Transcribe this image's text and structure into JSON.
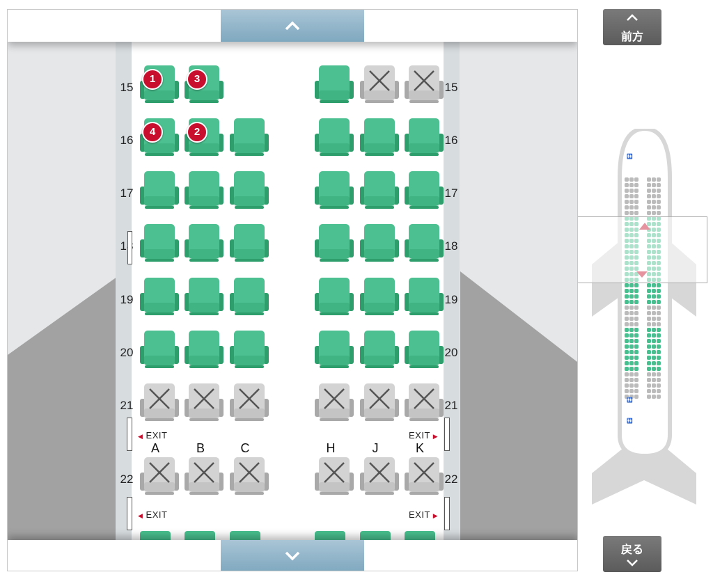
{
  "seat_map": {
    "scroll_up_icon": "chevron-up-icon",
    "scroll_down_icon": "chevron-down-icon",
    "columns_left": [
      "A",
      "B",
      "C"
    ],
    "columns_right": [
      "H",
      "J",
      "K"
    ],
    "rows": [
      {
        "number": "15",
        "seats": [
          "selected",
          "selected",
          "none",
          "available",
          "unavailable",
          "unavailable"
        ],
        "badges": [
          "1",
          "3",
          "",
          "",
          "",
          ""
        ]
      },
      {
        "number": "16",
        "seats": [
          "selected",
          "selected",
          "available",
          "available",
          "available",
          "available"
        ],
        "badges": [
          "4",
          "2",
          "",
          "",
          "",
          ""
        ]
      },
      {
        "number": "17",
        "seats": [
          "available",
          "available",
          "available",
          "available",
          "available",
          "available"
        ],
        "badges": [
          "",
          "",
          "",
          "",
          "",
          ""
        ]
      },
      {
        "number": "18",
        "seats": [
          "available",
          "available",
          "available",
          "available",
          "available",
          "available"
        ],
        "badges": [
          "",
          "",
          "",
          "",
          "",
          ""
        ]
      },
      {
        "number": "19",
        "seats": [
          "available",
          "available",
          "available",
          "available",
          "available",
          "available"
        ],
        "badges": [
          "",
          "",
          "",
          "",
          "",
          ""
        ]
      },
      {
        "number": "20",
        "seats": [
          "available",
          "available",
          "available",
          "available",
          "available",
          "available"
        ],
        "badges": [
          "",
          "",
          "",
          "",
          "",
          ""
        ]
      },
      {
        "number": "21",
        "seats": [
          "unavailable",
          "unavailable",
          "unavailable",
          "unavailable",
          "unavailable",
          "unavailable"
        ],
        "badges": [
          "",
          "",
          "",
          "",
          "",
          ""
        ]
      },
      {
        "number": "22",
        "seats": [
          "unavailable",
          "unavailable",
          "unavailable",
          "unavailable",
          "unavailable",
          "unavailable"
        ],
        "badges": [
          "",
          "",
          "",
          "",
          "",
          ""
        ]
      }
    ],
    "exit_label": "EXIT",
    "colors": {
      "available": "#48bf8e",
      "selected_badge": "#c8102e",
      "unavailable": "#cfcfcf",
      "scroll_button": "#8fb4c9"
    }
  },
  "nav": {
    "forward_label": "前方",
    "back_label": "戻る"
  },
  "mini_map": {
    "icon": "airplane-overview-icon",
    "marker_icon": "triangle-marker-icon"
  }
}
